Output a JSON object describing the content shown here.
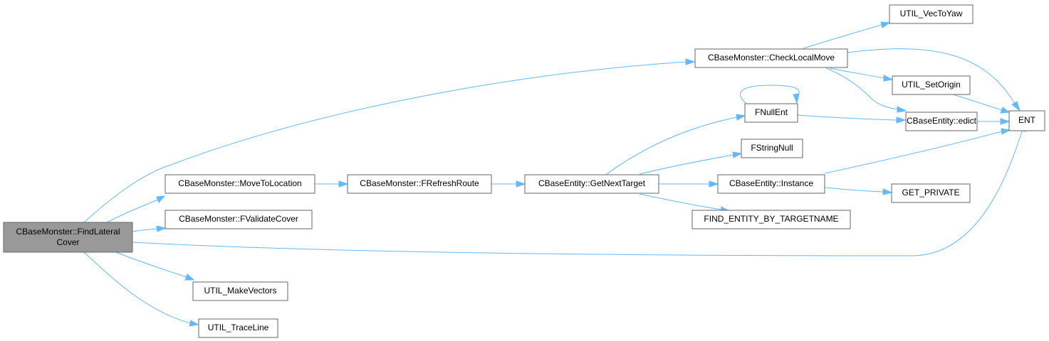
{
  "graph": {
    "type": "call-graph",
    "nodes": {
      "findLateralCover": {
        "line1": "CBaseMonster::FindLateral",
        "line2": "Cover",
        "root": true
      },
      "moveToLocation": {
        "label": "CBaseMonster::MoveToLocation"
      },
      "fValidateCover": {
        "label": "CBaseMonster::FValidateCover"
      },
      "makeVectors": {
        "label": "UTIL_MakeVectors"
      },
      "traceLine": {
        "label": "UTIL_TraceLine"
      },
      "fRefreshRoute": {
        "label": "CBaseMonster::FRefreshRoute"
      },
      "getNextTarget": {
        "label": "CBaseEntity::GetNextTarget"
      },
      "checkLocalMove": {
        "label": "CBaseMonster::CheckLocalMove"
      },
      "vecToYaw": {
        "label": "UTIL_VecToYaw"
      },
      "setOrigin": {
        "label": "UTIL_SetOrigin"
      },
      "fNullEnt": {
        "label": "FNullEnt"
      },
      "edict": {
        "label": "CBaseEntity::edict"
      },
      "ent": {
        "label": "ENT"
      },
      "fStringNull": {
        "label": "FStringNull"
      },
      "instance": {
        "label": "CBaseEntity::Instance"
      },
      "getPrivate": {
        "label": "GET_PRIVATE"
      },
      "findEntityByTargetname": {
        "label": "FIND_ENTITY_BY_TARGETNAME"
      }
    },
    "edges": [
      {
        "from": "findLateralCover",
        "to": "checkLocalMove"
      },
      {
        "from": "findLateralCover",
        "to": "moveToLocation"
      },
      {
        "from": "findLateralCover",
        "to": "fValidateCover"
      },
      {
        "from": "findLateralCover",
        "to": "ent"
      },
      {
        "from": "findLateralCover",
        "to": "makeVectors"
      },
      {
        "from": "findLateralCover",
        "to": "traceLine"
      },
      {
        "from": "moveToLocation",
        "to": "fRefreshRoute"
      },
      {
        "from": "fRefreshRoute",
        "to": "getNextTarget"
      },
      {
        "from": "getNextTarget",
        "to": "fNullEnt"
      },
      {
        "from": "getNextTarget",
        "to": "fStringNull"
      },
      {
        "from": "getNextTarget",
        "to": "instance"
      },
      {
        "from": "getNextTarget",
        "to": "findEntityByTargetname"
      },
      {
        "from": "checkLocalMove",
        "to": "vecToYaw"
      },
      {
        "from": "checkLocalMove",
        "to": "ent"
      },
      {
        "from": "checkLocalMove",
        "to": "setOrigin"
      },
      {
        "from": "checkLocalMove",
        "to": "edict"
      },
      {
        "from": "fNullEnt",
        "to": "fNullEnt"
      },
      {
        "from": "fNullEnt",
        "to": "edict"
      },
      {
        "from": "edict",
        "to": "ent"
      },
      {
        "from": "setOrigin",
        "to": "ent"
      },
      {
        "from": "instance",
        "to": "ent"
      },
      {
        "from": "instance",
        "to": "getPrivate"
      }
    ],
    "colors": {
      "edge": "#63b8ff",
      "node_border": "#666666",
      "node_fill": "#ffffff",
      "root_fill": "#999999"
    }
  }
}
